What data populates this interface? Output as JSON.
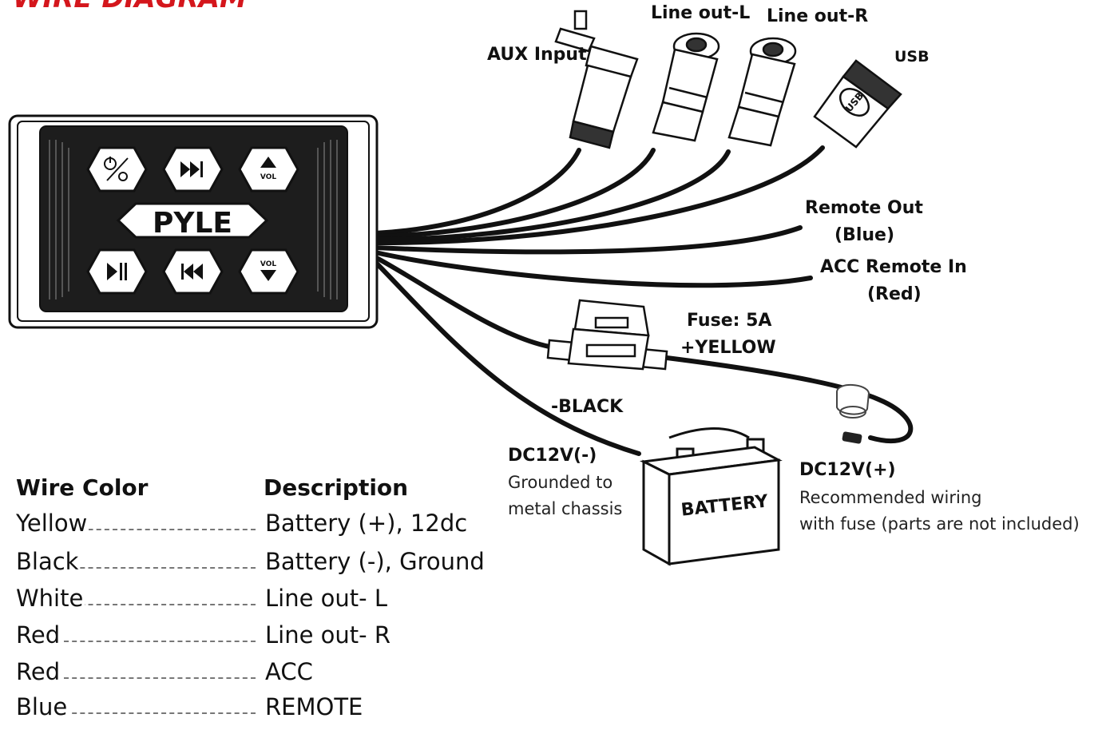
{
  "title": "WIRE DIAGRAM",
  "brand": "PYLE",
  "battery_label": "BATTERY",
  "usb_plug_text": "USB",
  "button_marks": {
    "vol": "VOL"
  },
  "labels": {
    "aux_input": "AUX Input",
    "line_out_l": "Line out-L",
    "line_out_r": "Line out-R",
    "usb": "USB",
    "remote_out": "Remote Out",
    "remote_out_color": "(Blue)",
    "acc_remote_in": "ACC Remote In",
    "acc_remote_in_color": "(Red)",
    "fuse": "Fuse: 5A",
    "yellow": "+YELLOW",
    "black": "-BLACK",
    "dc_neg": "DC12V(-)",
    "dc_neg_note_1": "Grounded to",
    "dc_neg_note_2": "metal chassis",
    "dc_pos": "DC12V(+)",
    "dc_pos_note_1": "Recommended wiring",
    "dc_pos_note_2": "with fuse (parts are not included)"
  },
  "table": {
    "header_color": "Wire Color",
    "header_description": "Description",
    "rows": [
      {
        "color": "Yellow",
        "description": "Battery (+), 12dc"
      },
      {
        "color": "Black",
        "description": "Battery (-), Ground"
      },
      {
        "color": "White",
        "description": "Line out- L"
      },
      {
        "color": "Red",
        "description": "Line out- R"
      },
      {
        "color": "Red",
        "description": "ACC"
      },
      {
        "color": "Blue",
        "description": "REMOTE"
      }
    ]
  },
  "colors": {
    "title": "#d4161c",
    "ink": "#111111"
  }
}
